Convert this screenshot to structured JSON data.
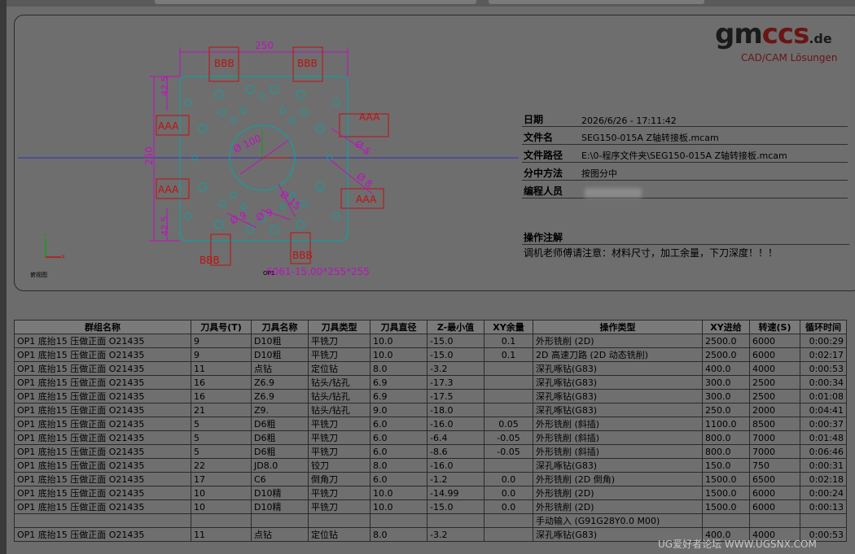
{
  "drawing": {
    "width_dim": "250",
    "height_dim": "250",
    "dim_42_5_top": "42.5",
    "dim_42_5_bottom": "42.5",
    "circle_dim": "Ø 100",
    "hole_dim_1": "Ø 5",
    "hole_dim_2": "Ø 8",
    "hole_dim_3": "Ø 15",
    "hole_dim_4": "Ø 9",
    "hole_dim_5": "Ø 9",
    "label_bbb": "BBB",
    "label_aaa": "AAA",
    "material": "6061-15.00*255*255",
    "op_label": "OP1",
    "view_label": "俯视图",
    "axis_x": "X",
    "axis_y": "Y"
  },
  "logo": {
    "g": "gm",
    "c": "ccs",
    "de": ".de",
    "sub": "CAD/CAM Lösungen"
  },
  "info": {
    "date_label": "日期",
    "date_value": "2026/6/26 - 17:11:42",
    "file_label": "文件名",
    "file_value": "SEG150-015A Z轴转接板.mcam",
    "path_label": "文件路径",
    "path_value": "E:\\0-程序文件夹\\SEG150-015A Z轴转接板.mcam",
    "center_label": "分中方法",
    "center_value": "按图分中",
    "programmer_label": "编程人员"
  },
  "notes": {
    "title": "操作注解",
    "text": "调机老师傅请注意：材料尺寸，加工余量，下刀深度！！！"
  },
  "table": {
    "headers": [
      "群组名称",
      "刀具号(T)",
      "刀具名称",
      "刀具类型",
      "刀具直径",
      "Z-最小值",
      "XY余量",
      "操作类型",
      "XY进给",
      "转速(S)",
      "循环时间"
    ],
    "rows": [
      [
        "OP1 底抬15 压做正面 O21435",
        "9",
        "D10粗",
        "平铣刀",
        "10.0",
        "-15.0",
        "0.1",
        "外形铣削 (2D)",
        "2500.0",
        "6000",
        "0:00:29"
      ],
      [
        "OP1 底抬15 压做正面 O21435",
        "9",
        "D10粗",
        "平铣刀",
        "10.0",
        "-15.0",
        "0.1",
        "2D 高速刀路 (2D 动态铣削)",
        "2500.0",
        "6000",
        "0:02:17"
      ],
      [
        "OP1 底抬15 压做正面 O21435",
        "11",
        "点钻",
        "定位钻",
        "8.0",
        "-3.2",
        "",
        "深孔啄钻(G83)",
        "400.0",
        "4000",
        "0:00:53"
      ],
      [
        "OP1 底抬15 压做正面 O21435",
        "16",
        "Z6.9",
        "钻头/钻孔",
        "6.9",
        "-17.3",
        "",
        "深孔啄钻(G83)",
        "300.0",
        "2500",
        "0:00:34"
      ],
      [
        "OP1 底抬15 压做正面 O21435",
        "16",
        "Z6.9",
        "钻头/钻孔",
        "6.9",
        "-17.5",
        "",
        "深孔啄钻(G83)",
        "300.0",
        "2500",
        "0:01:08"
      ],
      [
        "OP1 底抬15 压做正面 O21435",
        "21",
        "Z9.",
        "钻头/钻孔",
        "9.0",
        "-18.0",
        "",
        "深孔啄钻(G83)",
        "250.0",
        "2000",
        "0:04:41"
      ],
      [
        "OP1 底抬15 压做正面 O21435",
        "5",
        "D6粗",
        "平铣刀",
        "6.0",
        "-16.0",
        "0.05",
        "外形铣削 (斜插)",
        "1100.0",
        "8500",
        "0:00:37"
      ],
      [
        "OP1 底抬15 压做正面 O21435",
        "5",
        "D6粗",
        "平铣刀",
        "6.0",
        "-6.4",
        "-0.05",
        "外形铣削 (斜插)",
        "800.0",
        "7000",
        "0:01:48"
      ],
      [
        "OP1 底抬15 压做正面 O21435",
        "5",
        "D6粗",
        "平铣刀",
        "6.0",
        "-8.6",
        "-0.05",
        "外形铣削 (斜插)",
        "800.0",
        "7000",
        "0:06:46"
      ],
      [
        "OP1 底抬15 压做正面 O21435",
        "22",
        "JD8.0",
        "铰刀",
        "8.0",
        "-16.0",
        "",
        "深孔啄钻(G83)",
        "150.0",
        "750",
        "0:00:31"
      ],
      [
        "OP1 底抬15 压做正面 O21435",
        "17",
        "C6",
        "倒角刀",
        "6.0",
        "-1.2",
        "0.0",
        "外形铣削 (2D 倒角)",
        "1500.0",
        "6500",
        "0:02:18"
      ],
      [
        "OP1 底抬15 压做正面 O21435",
        "10",
        "D10精",
        "平铣刀",
        "10.0",
        "-14.99",
        "0.0",
        "外形铣削 (2D)",
        "1500.0",
        "6000",
        "0:00:24"
      ],
      [
        "OP1 底抬15 压做正面 O21435",
        "10",
        "D10精",
        "平铣刀",
        "10.0",
        "-15.0",
        "0.0",
        "外形铣削 (2D)",
        "1500.0",
        "6000",
        "0:00:13"
      ],
      [
        "",
        "",
        "",
        "",
        "",
        "",
        "",
        "手动输入 (G91G28Y0.0 M00)",
        "",
        "",
        ""
      ],
      [
        "OP1 底抬15 压做正面 O21435",
        "11",
        "点钻",
        "定位钻",
        "8.0",
        "-3.2",
        "",
        "深孔啄钻(G83)",
        "400.0",
        "4000",
        "0:00:53"
      ]
    ]
  },
  "watermark": "UG爱好者论坛 WWW.UGSNX.COM",
  "colors": {
    "magenta": "#c010c0",
    "red": "#c01010",
    "cyan": "#10a0a0",
    "blue": "#2020c0"
  }
}
